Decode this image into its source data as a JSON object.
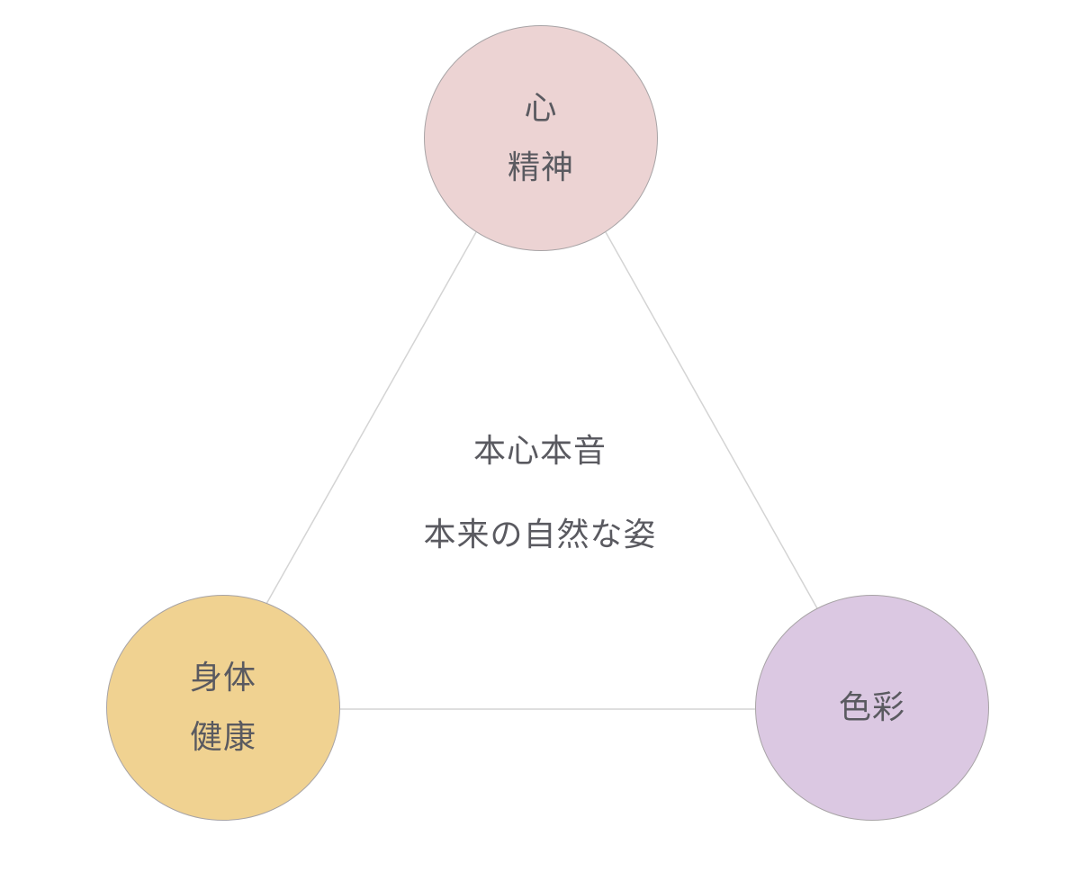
{
  "colors": {
    "mind_fill": "#ecd3d3",
    "body_fill": "#f0d291",
    "color_fill": "#dbc8e2",
    "connector": "#d4d4d4",
    "text": "#5a5a60",
    "node_border": "#a8a4a6"
  },
  "nodes": {
    "top": {
      "lines": [
        "心",
        "精神"
      ]
    },
    "left": {
      "lines": [
        "身体",
        "健康"
      ]
    },
    "right": {
      "lines": [
        "色彩"
      ]
    }
  },
  "center": {
    "lines": [
      "本心本音",
      "本来の自然な姿"
    ]
  }
}
